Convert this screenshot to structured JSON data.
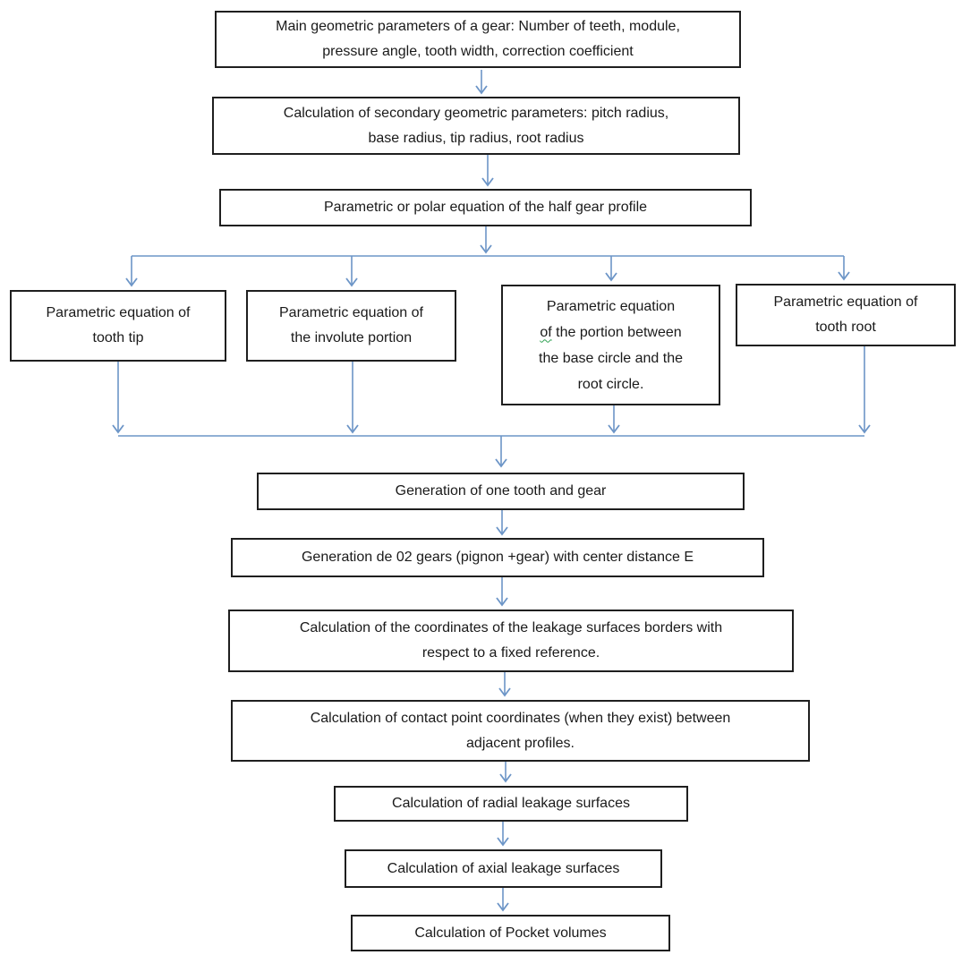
{
  "flowchart": {
    "colors": {
      "arrow": "#6c95c7",
      "box_border": "#1f1f1f",
      "text": "#1a1a1a",
      "spellcheck": "#2fa152",
      "background": "#ffffff"
    },
    "nodes": {
      "main_parameters": {
        "lines": [
          "Main geometric parameters of a gear: Number of teeth, module,",
          "pressure angle, tooth width, correction coefficient"
        ]
      },
      "secondary_parameters": {
        "lines": [
          "Calculation of secondary geometric parameters: pitch radius,",
          "base radius, tip radius, root radius"
        ]
      },
      "half_gear_profile": {
        "text": "Parametric or polar equation of the half gear profile"
      },
      "tooth_tip": {
        "lines": [
          "Parametric equation of",
          "tooth tip"
        ]
      },
      "involute_portion": {
        "lines": [
          "Parametric equation of",
          "the involute portion"
        ]
      },
      "base_root_portion": {
        "line1": "Parametric equation",
        "line2_underlined_word": "of",
        "line2_rest": "the portion between",
        "line3": "the base circle and the",
        "line4": "root circle."
      },
      "tooth_root": {
        "lines": [
          "Parametric equation of",
          "tooth root"
        ]
      },
      "one_tooth_gear": {
        "text": "Generation of one tooth and gear"
      },
      "two_gears": {
        "text": "Generation de 02 gears (pignon +gear) with center distance E"
      },
      "leakage_borders": {
        "lines": [
          "Calculation of the coordinates of the leakage surfaces borders with",
          "respect to a fixed reference."
        ]
      },
      "contact_points": {
        "lines": [
          "Calculation of contact point coordinates (when they exist) between",
          "adjacent profiles."
        ]
      },
      "radial_leakage": {
        "text": "Calculation of radial leakage surfaces"
      },
      "axial_leakage": {
        "text": "Calculation of axial leakage surfaces"
      },
      "pocket_volumes": {
        "text": "Calculation of Pocket volumes"
      }
    }
  }
}
